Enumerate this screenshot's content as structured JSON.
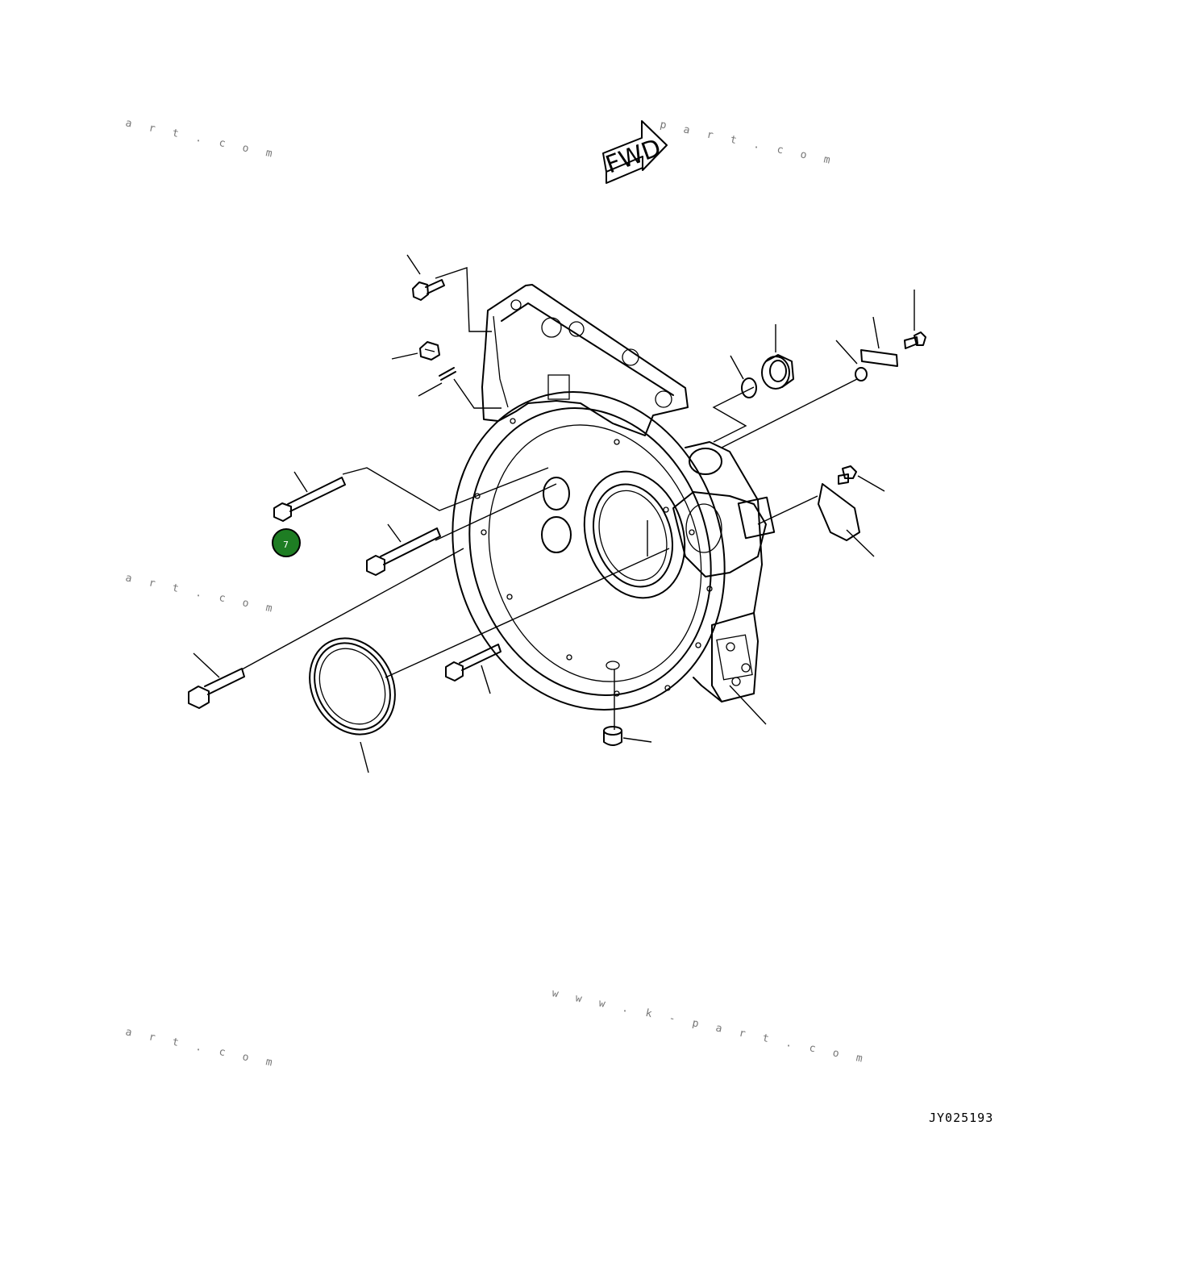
{
  "diagram": {
    "direction_label": "FWD",
    "drawing_code": "JY025193",
    "callouts": [
      {
        "label": "7",
        "color": "#1e7d23"
      }
    ],
    "watermarks": [
      "a r t . c o m",
      "a r t . c o m",
      "a r t . c o m",
      "w w w . k - p a r t . c o m",
      "p a r t . c o m"
    ]
  }
}
